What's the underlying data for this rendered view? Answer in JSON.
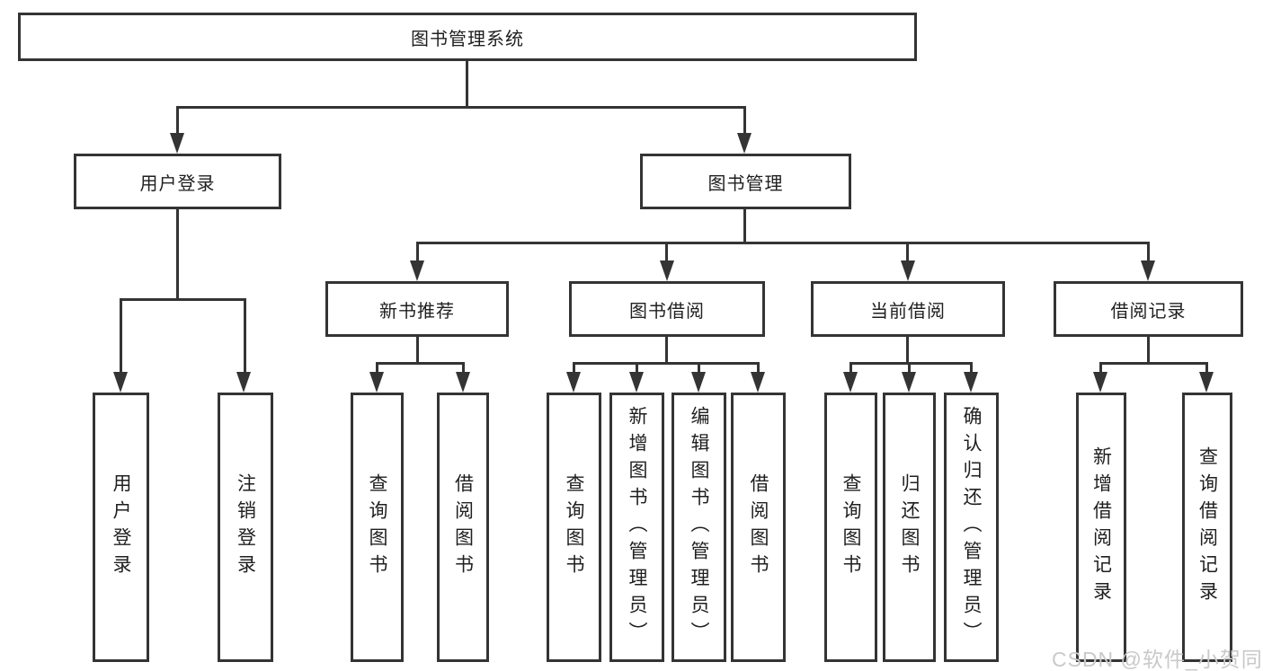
{
  "diagram": {
    "title": "图书管理系统",
    "tree": {
      "label": "图书管理系统",
      "children": [
        {
          "label": "用户登录",
          "children": [
            {
              "label": "用户登录"
            },
            {
              "label": "注销登录"
            }
          ]
        },
        {
          "label": "图书管理",
          "children": [
            {
              "label": "新书推荐",
              "children": [
                {
                  "label": "查询图书"
                },
                {
                  "label": "借阅图书"
                }
              ]
            },
            {
              "label": "图书借阅",
              "children": [
                {
                  "label": "查询图书"
                },
                {
                  "label": "新增图书（管理员）"
                },
                {
                  "label": "编辑图书（管理员）"
                },
                {
                  "label": "借阅图书"
                }
              ]
            },
            {
              "label": "当前借阅",
              "children": [
                {
                  "label": "查询图书"
                },
                {
                  "label": "归还图书"
                },
                {
                  "label": "确认归还（管理员）"
                }
              ]
            },
            {
              "label": "借阅记录",
              "children": [
                {
                  "label": "新增借阅记录"
                },
                {
                  "label": "查询借阅记录"
                }
              ]
            }
          ]
        }
      ]
    },
    "colors": {
      "line": "#343434",
      "box_border": "#343434",
      "text": "#1f1f1f",
      "watermark": "#c9c9c9",
      "background": "#ffffff"
    }
  },
  "watermark": {
    "text": "CSDN @软件_小贺同学"
  }
}
